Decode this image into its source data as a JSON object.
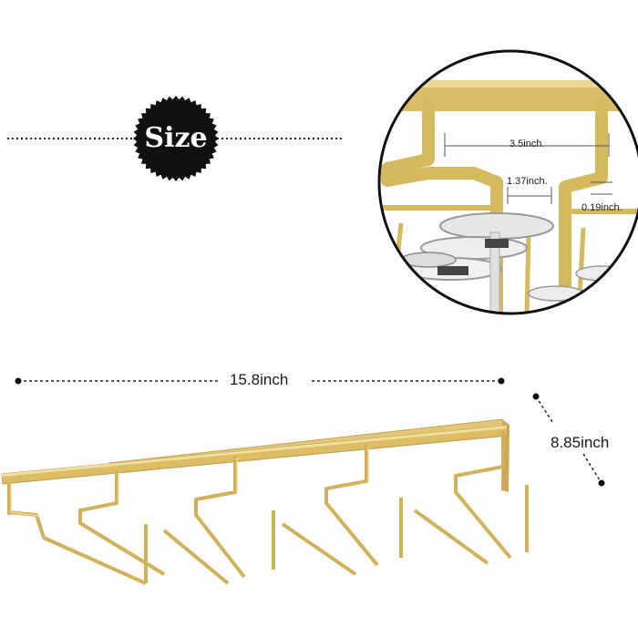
{
  "badge": {
    "text": "Size"
  },
  "dimensions": {
    "length": "15.8inch",
    "depth": "8.85inch",
    "slot_width": "3.5inch.",
    "slot_gap": "1.37inch.",
    "bar_thickness": "0.19inch."
  },
  "colors": {
    "gold": "#d6b85e",
    "gold_light": "#e9d38f",
    "gold_dark": "#b89540",
    "badge": "#111111",
    "text": "#1a1a1a"
  }
}
